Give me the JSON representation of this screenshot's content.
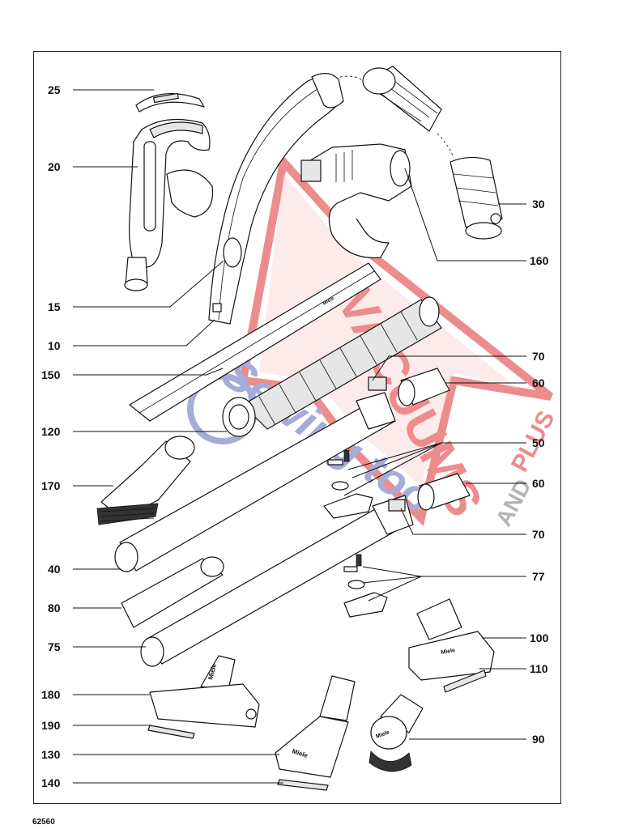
{
  "labels": {
    "p25": "25",
    "p20": "20",
    "p15": "15",
    "p10": "10",
    "p150": "150",
    "p120": "120",
    "p170": "170",
    "p40": "40",
    "p80": "80",
    "p75": "75",
    "p180": "180",
    "p190": "190",
    "p130": "130",
    "p140": "140",
    "p30": "30",
    "p160": "160",
    "p70a": "70",
    "p60a": "60",
    "p50": "50",
    "p60b": "60",
    "p70b": "70",
    "p77": "77",
    "p100": "100",
    "p110": "110",
    "p90": "90"
  },
  "brand_text": {
    "tool_180": "Miele",
    "tool_130": "Miele",
    "tool_100": "Miele",
    "tool_90": "Miele",
    "tube_150": "Miele"
  },
  "watermark": {
    "line1": "VACUUMS",
    "line2": "Sewing too",
    "plus": "PLUS",
    "and": "AND",
    "colors": {
      "red": "#e03030",
      "blue": "#5a6ab8"
    }
  },
  "footer": {
    "code": "62560"
  }
}
